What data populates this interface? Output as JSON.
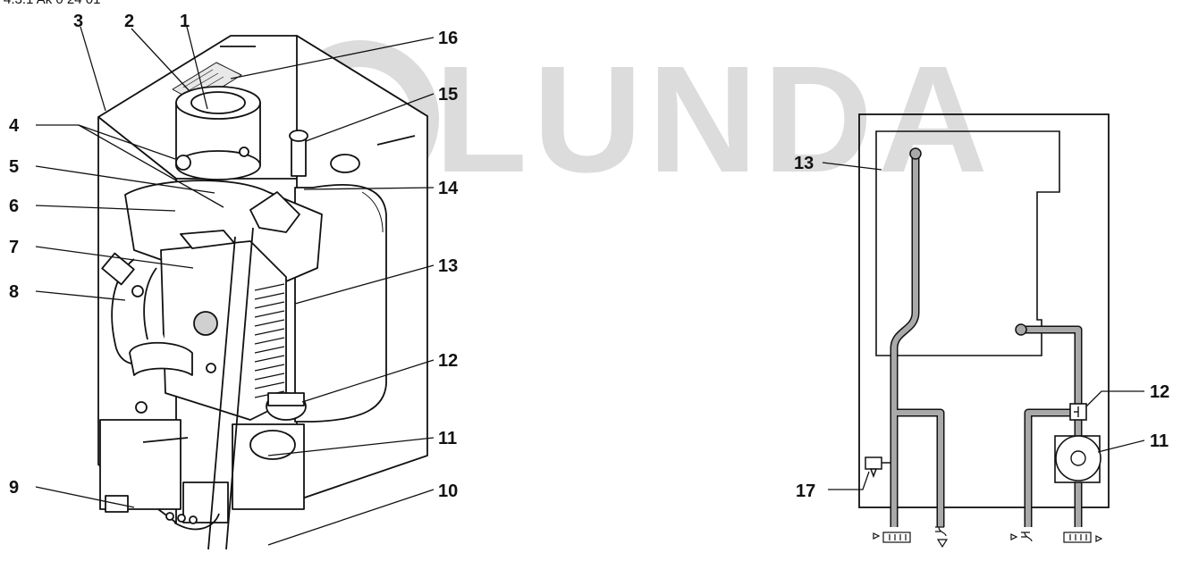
{
  "header": "4.3.1 Ακ 0 24 01",
  "watermark": "LUNDA",
  "callouts_left": [
    {
      "id": "c1",
      "label": "1"
    },
    {
      "id": "c2",
      "label": "2"
    },
    {
      "id": "c3",
      "label": "3"
    },
    {
      "id": "c4",
      "label": "4"
    },
    {
      "id": "c5",
      "label": "5"
    },
    {
      "id": "c6",
      "label": "6"
    },
    {
      "id": "c7",
      "label": "7"
    },
    {
      "id": "c8",
      "label": "8"
    },
    {
      "id": "c9",
      "label": "9"
    },
    {
      "id": "c10",
      "label": "10"
    },
    {
      "id": "c11",
      "label": "11"
    },
    {
      "id": "c12",
      "label": "12"
    },
    {
      "id": "c13",
      "label": "13"
    },
    {
      "id": "c14",
      "label": "14"
    },
    {
      "id": "c15",
      "label": "15"
    },
    {
      "id": "c16",
      "label": "16"
    }
  ],
  "callouts_right": [
    {
      "id": "r13",
      "label": "13"
    },
    {
      "id": "r12",
      "label": "12"
    },
    {
      "id": "r11",
      "label": "11"
    },
    {
      "id": "r17",
      "label": "17"
    }
  ],
  "colors": {
    "line": "#111111",
    "pipe": "#a9a9a9",
    "watermark": "#dcdcdc",
    "body": "#ffffff"
  }
}
